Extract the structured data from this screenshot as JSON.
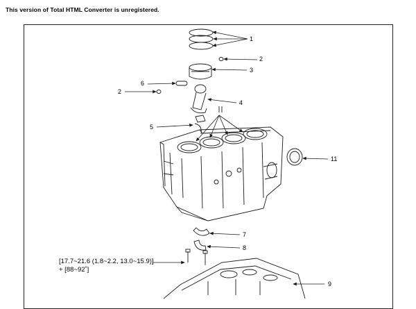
{
  "banner": "This version of Total HTML Converter is unregistered.",
  "callouts": {
    "c1": "1",
    "c2a": "2",
    "c3": "3",
    "c6": "6",
    "c2b": "2",
    "c4": "4",
    "c5": "5",
    "c11": "11",
    "c7": "7",
    "c8": "8",
    "c9": "9"
  },
  "torque_spec": {
    "line1": "[17.7~21.6 (1.8~2.2, 13.0~15.9)]",
    "line2": "+ [88~92˚]"
  },
  "colors": {
    "line": "#1a1a1a",
    "background": "#ffffff"
  }
}
